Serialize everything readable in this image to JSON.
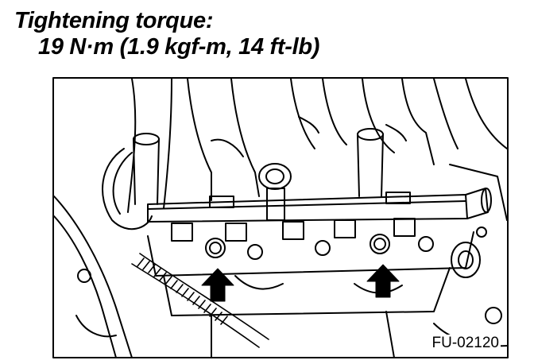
{
  "caption": {
    "line1": "Tightening torque:",
    "line2": "19 N·m (1.9 kgf-m, 14 ft-lb)"
  },
  "figure": {
    "code": "FU-02120",
    "arrow_icon": "up-arrow-icon",
    "arrow_color": "#000000",
    "line_color": "#000000",
    "background": "#ffffff"
  }
}
